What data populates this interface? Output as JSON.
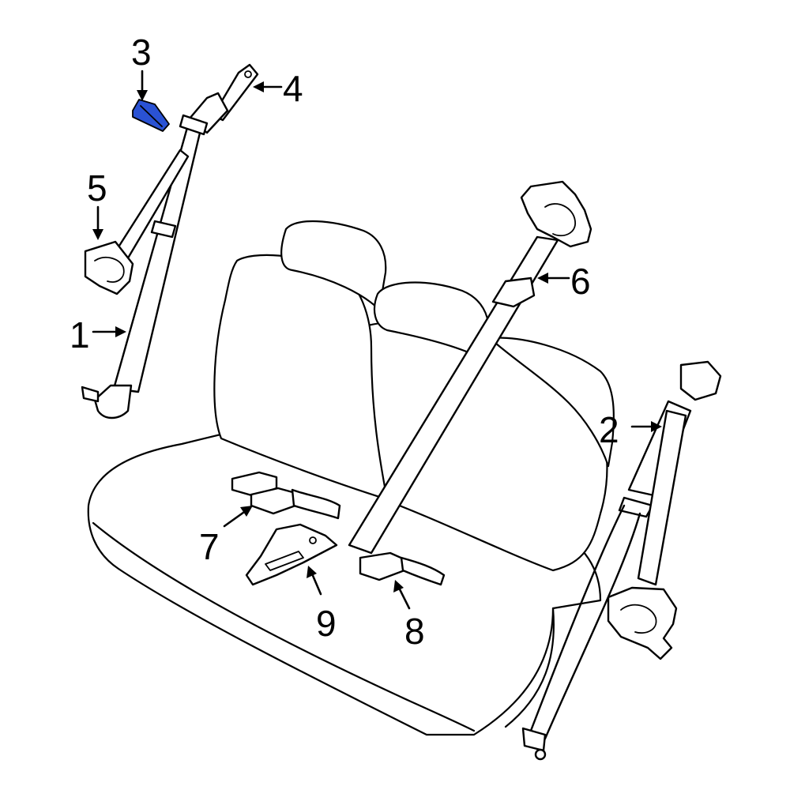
{
  "diagram": {
    "highlight_color": "#2a52d4",
    "line_color": "#000000",
    "background_color": "#ffffff",
    "callouts": [
      {
        "id": "1",
        "label": "1"
      },
      {
        "id": "2",
        "label": "2"
      },
      {
        "id": "3",
        "label": "3"
      },
      {
        "id": "4",
        "label": "4"
      },
      {
        "id": "5",
        "label": "5"
      },
      {
        "id": "6",
        "label": "6"
      },
      {
        "id": "7",
        "label": "7"
      },
      {
        "id": "8",
        "label": "8"
      },
      {
        "id": "9",
        "label": "9"
      }
    ]
  }
}
